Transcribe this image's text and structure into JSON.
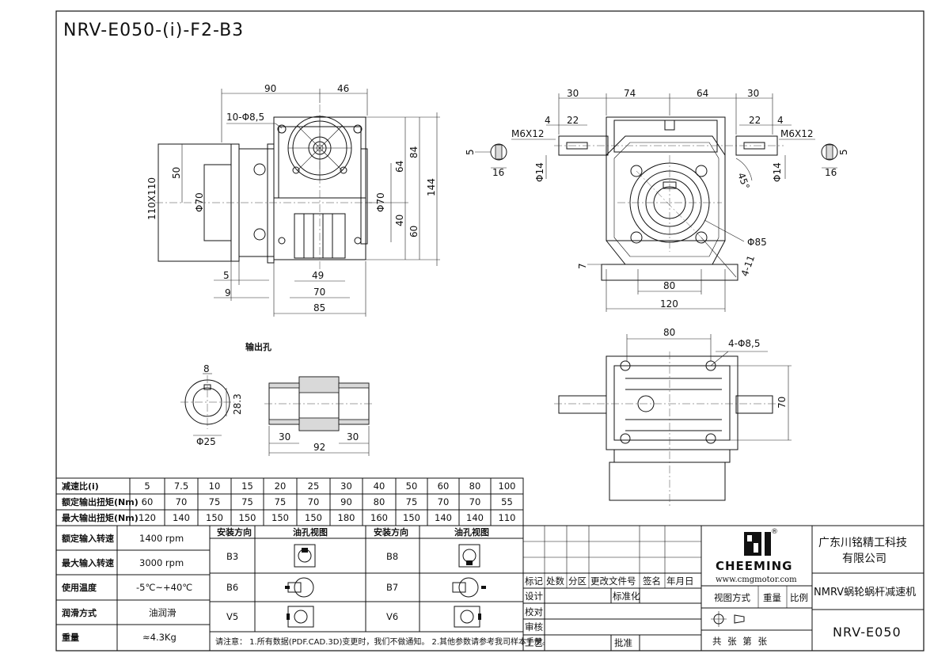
{
  "title": "NRV-E050-(i)-F2-B3",
  "drawing": {
    "front_view": {
      "dims": [
        "90",
        "46",
        "10-Φ8,5",
        "110X110",
        "50",
        "Φ70",
        "Φ70",
        "64",
        "84",
        "144",
        "40",
        "60",
        "5",
        "9",
        "49",
        "70",
        "85"
      ]
    },
    "side_view": {
      "dims": [
        "30",
        "74",
        "64",
        "30",
        "4",
        "22",
        "22",
        "4",
        "M6X12",
        "M6X12",
        "5",
        "16",
        "Φ14",
        "45°",
        "Φ14",
        "16",
        "5",
        "Φ85",
        "4-11",
        "7",
        "80",
        "120"
      ]
    },
    "output_bore": {
      "label": "输出孔",
      "dims": [
        "8",
        "28.3",
        "Φ25",
        "30",
        "30",
        "92"
      ]
    },
    "top_view": {
      "dims": [
        "80",
        "4-Φ8,5",
        "70"
      ]
    }
  },
  "ratio_table": {
    "row_labels": [
      "减速比(i)",
      "额定输出扭矩(Nm)",
      "最大输出扭矩(Nm)"
    ],
    "columns": [
      [
        "5",
        "60",
        "120"
      ],
      [
        "7.5",
        "70",
        "140"
      ],
      [
        "10",
        "75",
        "150"
      ],
      [
        "15",
        "75",
        "150"
      ],
      [
        "20",
        "75",
        "150"
      ],
      [
        "25",
        "70",
        "150"
      ],
      [
        "30",
        "90",
        "180"
      ],
      [
        "40",
        "80",
        "160"
      ],
      [
        "50",
        "75",
        "150"
      ],
      [
        "60",
        "70",
        "140"
      ],
      [
        "80",
        "70",
        "140"
      ],
      [
        "100",
        "55",
        "110"
      ]
    ]
  },
  "spec_table": [
    {
      "label": "额定输入转速",
      "value": "1400 rpm"
    },
    {
      "label": "最大输入转速",
      "value": "3000 rpm"
    },
    {
      "label": "使用温度",
      "value": "-5℃~+40℃"
    },
    {
      "label": "润滑方式",
      "value": "油润滑"
    },
    {
      "label": "重量",
      "value": "≈4.3Kg"
    }
  ],
  "mount_table": {
    "headers": [
      "安装方向",
      "油孔视图",
      "安装方向",
      "油孔视图"
    ],
    "rows": [
      [
        "B3",
        "B8"
      ],
      [
        "B6",
        "B7"
      ],
      [
        "V5",
        "V6"
      ]
    ]
  },
  "note": "请注意： 1.所有数据(PDF.CAD.3D)变更时，我们不做通知。 2.其他参数请参考我司样本手册。",
  "revision_block": {
    "header": [
      "标记",
      "处数",
      "分区",
      "更改文件号",
      "签名",
      "年月日"
    ],
    "rows": [
      [
        "设计",
        "",
        "标准化"
      ],
      [
        "校对",
        ""
      ],
      [
        "审核",
        ""
      ],
      [
        "工艺",
        "",
        "批准"
      ]
    ]
  },
  "logo": {
    "brand": "CHEEMING",
    "url": "www.cmgmotor.com",
    "reg": "®"
  },
  "company": "广东川铭精工科技有限公司",
  "company_lines": [
    "广东川铭精工科技",
    "有限公司"
  ],
  "product_name": "NMRV蜗轮蜗杆减速机",
  "view_labels": [
    "视图方式",
    "重量",
    "比例"
  ],
  "sheet_text": "共  张  第  张",
  "model": "NRV-E050"
}
